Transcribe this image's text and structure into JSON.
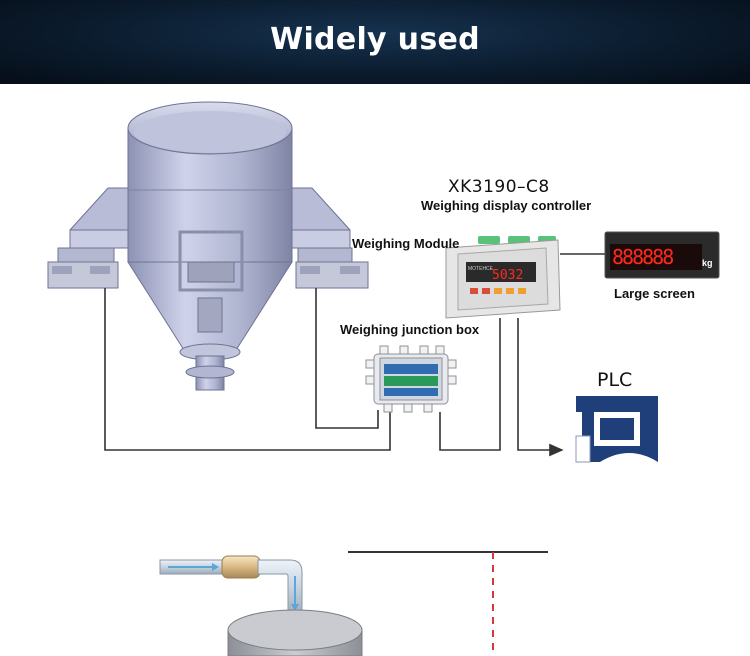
{
  "banner": {
    "title": "Widely used"
  },
  "labels": {
    "controller_model": "XK3190–C8",
    "controller_name": "Weighing display controller",
    "weighing_module": "Weighing Module",
    "junction_box": "Weighing junction box",
    "large_screen": "Large screen",
    "plc": "PLC"
  },
  "controller_display": {
    "reading": "5032",
    "brand": "MOTEHCE"
  },
  "screen_display": {
    "reading": "888888",
    "unit": "kg"
  },
  "colors": {
    "banner_dark": "#0b1c2e",
    "wire": "#333333",
    "display_red": "#ff2a1a",
    "plc_blue": "#1f3f7a",
    "pipe_arrow": "#5aa7d8",
    "dash_red": "#d23a3a"
  }
}
